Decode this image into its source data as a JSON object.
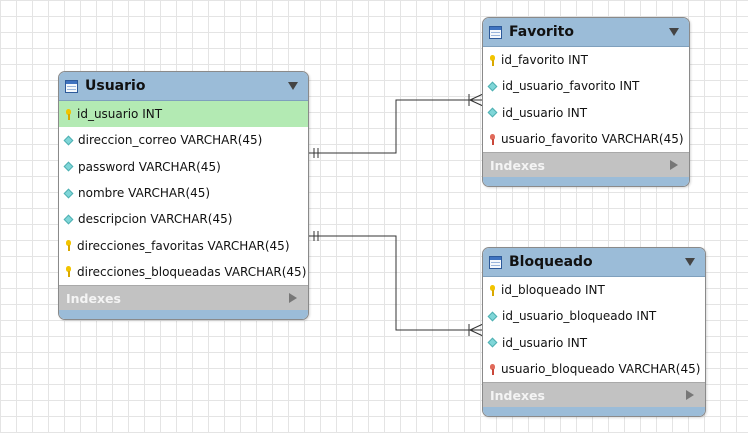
{
  "tables": {
    "usuario": {
      "name": "Usuario",
      "columns": [
        {
          "text": "id_usuario INT",
          "icon": "key"
        },
        {
          "text": "direccion_correo VARCHAR(45)",
          "icon": "diamond"
        },
        {
          "text": "password VARCHAR(45)",
          "icon": "diamond"
        },
        {
          "text": "nombre VARCHAR(45)",
          "icon": "diamond"
        },
        {
          "text": "descripcion VARCHAR(45)",
          "icon": "diamond"
        },
        {
          "text": "direcciones_favoritas VARCHAR(45)",
          "icon": "key"
        },
        {
          "text": "direcciones_bloqueadas VARCHAR(45)",
          "icon": "key"
        }
      ],
      "indexes_label": "Indexes"
    },
    "favorito": {
      "name": "Favorito",
      "columns": [
        {
          "text": "id_favorito INT",
          "icon": "key"
        },
        {
          "text": "id_usuario_favorito INT",
          "icon": "diamond"
        },
        {
          "text": "id_usuario INT",
          "icon": "diamond"
        },
        {
          "text": "usuario_favorito VARCHAR(45)",
          "icon": "foreign-key"
        }
      ],
      "indexes_label": "Indexes"
    },
    "bloqueado": {
      "name": "Bloqueado",
      "columns": [
        {
          "text": "id_bloqueado INT",
          "icon": "key"
        },
        {
          "text": "id_usuario_bloqueado INT",
          "icon": "diamond"
        },
        {
          "text": "id_usuario INT",
          "icon": "diamond"
        },
        {
          "text": "usuario_bloqueado VARCHAR(45)",
          "icon": "foreign-key"
        }
      ],
      "indexes_label": "Indexes"
    }
  },
  "relationships": [
    {
      "from": "Usuario",
      "to": "Favorito",
      "from_end": "one",
      "to_end": "many"
    },
    {
      "from": "Usuario",
      "to": "Bloqueado",
      "from_end": "one",
      "to_end": "many"
    }
  ]
}
